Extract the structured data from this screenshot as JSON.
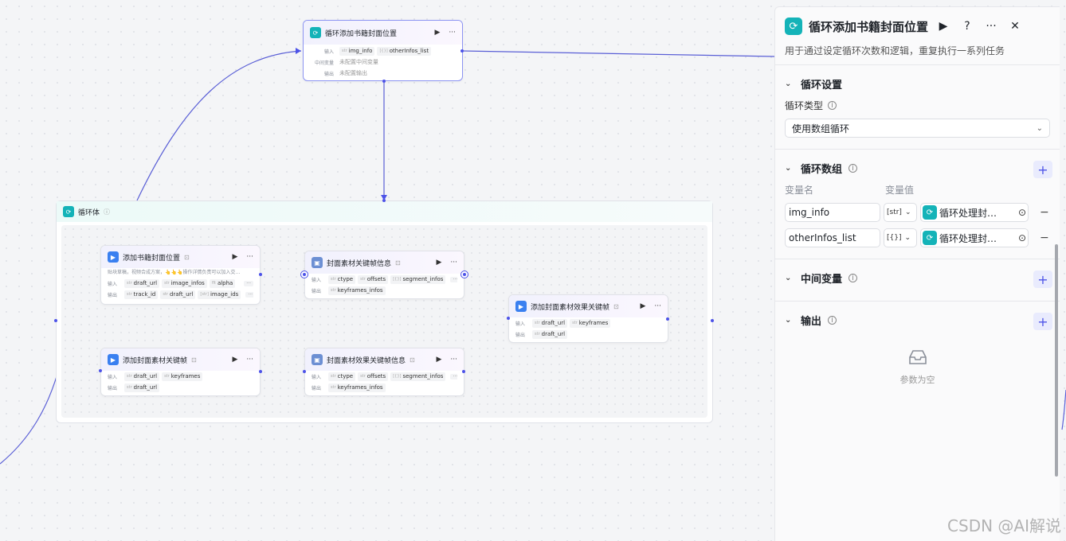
{
  "canvas": {
    "loop_node": {
      "title": "循环添加书籍封面位置",
      "input_label": "输入",
      "inputs": [
        {
          "type": "str",
          "name": "img_info"
        },
        {
          "type": "[{}]",
          "name": "otherInfos_list"
        }
      ],
      "mid_label": "中间变量",
      "mid_value": "未配置中间变量",
      "output_label": "输出",
      "output_value": "未配置输出"
    },
    "loop_body": {
      "title": "循环体",
      "nodes": {
        "add_cover": {
          "title": "添加书籍封面位置",
          "desc": "贴块草稿，视频合成方案，👆👆👆操作详情负责可以加入交…",
          "input_label": "输入",
          "inputs": [
            {
              "type": "str",
              "name": "draft_url"
            },
            {
              "type": "str",
              "name": "image_infos"
            },
            {
              "type": "flt",
              "name": "alpha"
            }
          ],
          "more": "···",
          "output_label": "输出",
          "outputs": [
            {
              "type": "str",
              "name": "track_id"
            },
            {
              "type": "str",
              "name": "draft_url"
            },
            {
              "type": "[str]",
              "name": "image_ids"
            }
          ],
          "out_more": "···"
        },
        "cover_keyframes": {
          "title": "封面素材关键帧信息",
          "input_label": "输入",
          "inputs": [
            {
              "type": "str",
              "name": "ctype"
            },
            {
              "type": "str",
              "name": "offsets"
            },
            {
              "type": "[{}]",
              "name": "segment_infos"
            }
          ],
          "more": "···",
          "output_label": "输出",
          "outputs": [
            {
              "type": "str",
              "name": "keyframes_infos"
            }
          ]
        },
        "add_cover_keyframes": {
          "title": "添加封面素材关键帧",
          "input_label": "输入",
          "inputs": [
            {
              "type": "str",
              "name": "draft_url"
            },
            {
              "type": "str",
              "name": "keyframes"
            }
          ],
          "output_label": "输出",
          "outputs": [
            {
              "type": "str",
              "name": "draft_url"
            }
          ]
        },
        "cover_effect_keyframes": {
          "title": "封面素材效果关键帧信息",
          "input_label": "输入",
          "inputs": [
            {
              "type": "str",
              "name": "ctype"
            },
            {
              "type": "str",
              "name": "offsets"
            },
            {
              "type": "[{}]",
              "name": "segment_infos"
            }
          ],
          "more": "···",
          "output_label": "输出",
          "outputs": [
            {
              "type": "str",
              "name": "keyframes_infos"
            }
          ]
        },
        "add_effect_keyframes": {
          "title": "添加封面素材效果关键帧",
          "input_label": "输入",
          "inputs": [
            {
              "type": "str",
              "name": "draft_url"
            },
            {
              "type": "str",
              "name": "keyframes"
            }
          ],
          "output_label": "输出",
          "outputs": [
            {
              "type": "str",
              "name": "draft_url"
            }
          ]
        }
      }
    }
  },
  "panel": {
    "title": "循环添加书籍封面位置",
    "description": "用于通过设定循环次数和逻辑，重复执行一系列任务",
    "loop_settings": {
      "title": "循环设置",
      "type_label": "循环类型",
      "type_value": "使用数组循环"
    },
    "loop_array": {
      "title": "循环数组",
      "col_name": "变量名",
      "col_value": "变量值",
      "rows": [
        {
          "name": "img_info",
          "type": "[str]",
          "ref": "循环处理封…"
        },
        {
          "name": "otherInfos_list",
          "type": "[{}]",
          "ref": "循环处理封…"
        }
      ]
    },
    "mid_vars": {
      "title": "中间变量"
    },
    "output": {
      "title": "输出",
      "empty_text": "参数为空"
    }
  },
  "watermark": "CSDN @AI解说",
  "icons": {
    "loop": "loop-icon",
    "run": "play-icon",
    "help": "help-icon",
    "more": "more-icon",
    "close": "close-icon"
  },
  "colors": {
    "accent": "#4d53e8",
    "loop_icon": "#14b3b8"
  }
}
